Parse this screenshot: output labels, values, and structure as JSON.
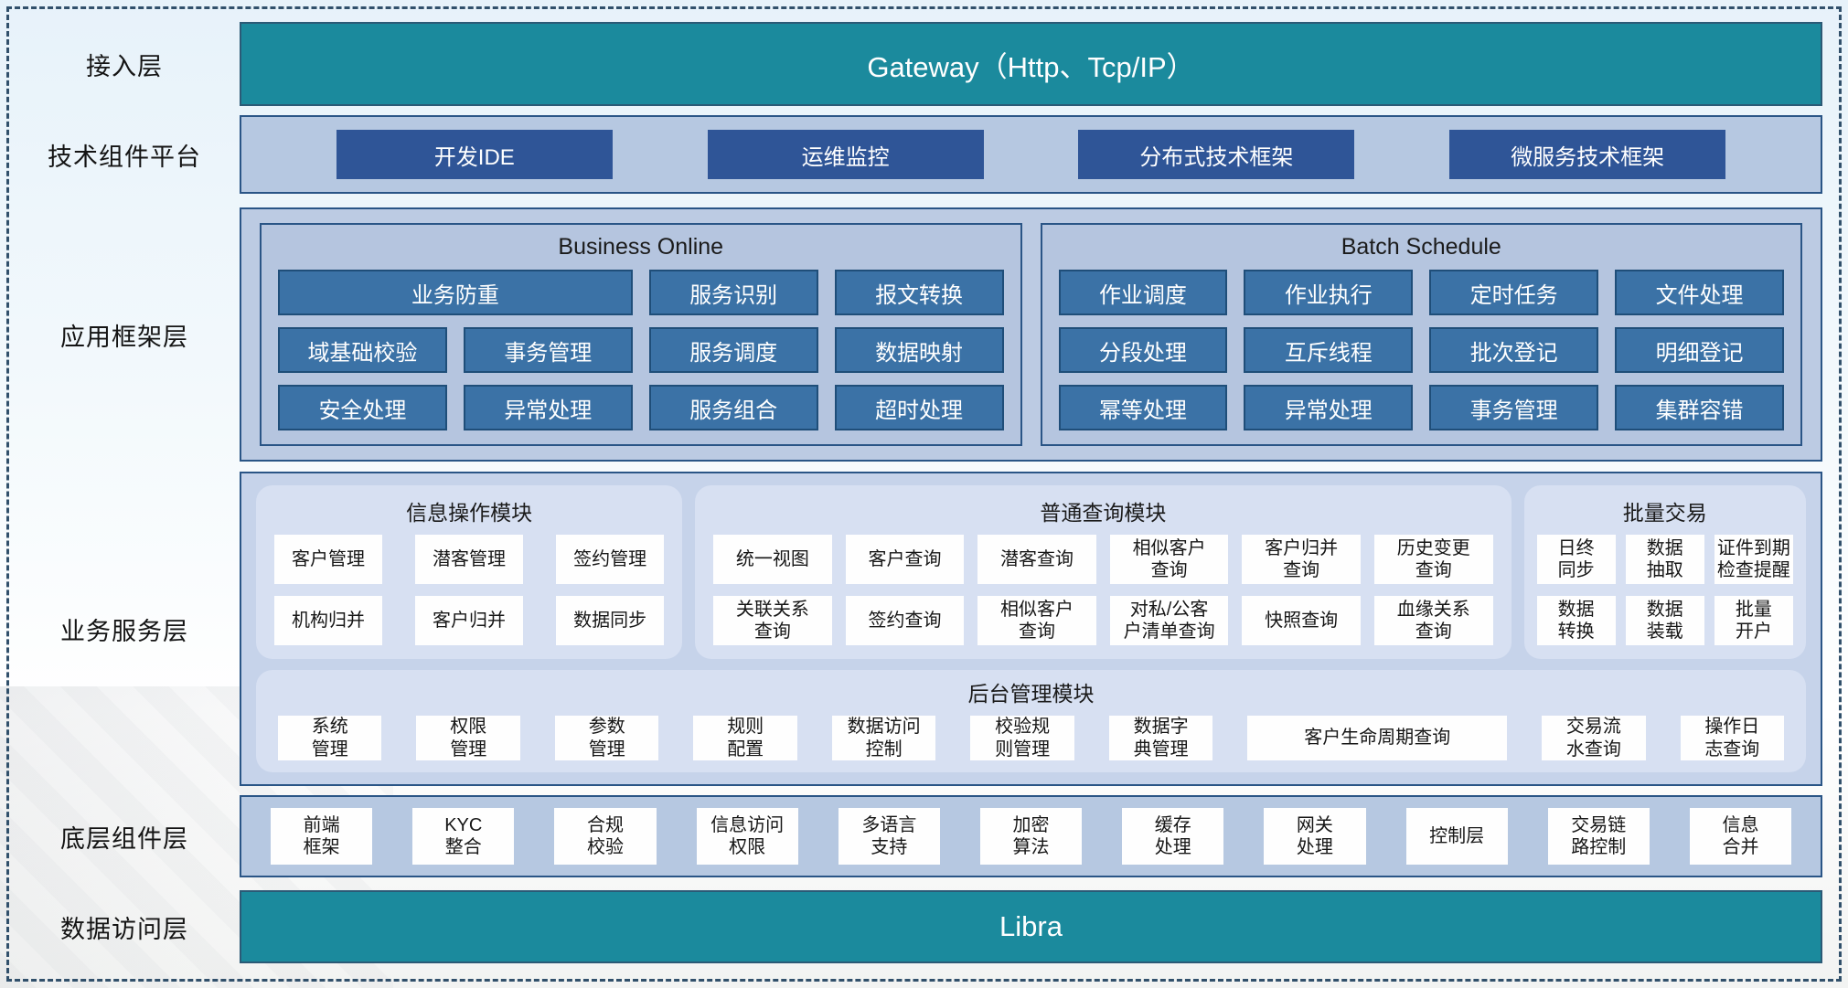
{
  "colors": {
    "teal_bar": "#1b8a9d",
    "navy_button": "#2f5597",
    "steel_button": "#3b72a6",
    "steel_button_border": "#1f4e79",
    "panel_background": "#b6c8e1",
    "panel_border": "#2a5586",
    "module_background": "#d7e0f2",
    "dashed_border": "#31506b"
  },
  "layers": {
    "access": {
      "label": "接入层",
      "bar": "Gateway（Http、Tcp/IP）"
    },
    "tech_platform": {
      "label": "技术组件平台",
      "buttons": [
        {
          "label": "开发IDE"
        },
        {
          "label": "运维监控"
        },
        {
          "label": "分布式技术框架"
        },
        {
          "label": "微服务技术框架"
        }
      ]
    },
    "app_framework": {
      "label": "应用框架层",
      "business_online": {
        "title": "Business Online",
        "buttons": [
          {
            "label": "业务防重",
            "span": 2
          },
          {
            "label": "服务识别"
          },
          {
            "label": "报文转换"
          },
          {
            "label": "域基础校验"
          },
          {
            "label": "事务管理"
          },
          {
            "label": "服务调度"
          },
          {
            "label": "数据映射"
          },
          {
            "label": "安全处理"
          },
          {
            "label": "异常处理"
          },
          {
            "label": "服务组合"
          },
          {
            "label": "超时处理"
          }
        ]
      },
      "batch_schedule": {
        "title": "Batch Schedule",
        "buttons": [
          {
            "label": "作业调度"
          },
          {
            "label": "作业执行"
          },
          {
            "label": "定时任务"
          },
          {
            "label": "文件处理"
          },
          {
            "label": "分段处理"
          },
          {
            "label": "互斥线程"
          },
          {
            "label": "批次登记"
          },
          {
            "label": "明细登记"
          },
          {
            "label": "幂等处理"
          },
          {
            "label": "异常处理"
          },
          {
            "label": "事务管理"
          },
          {
            "label": "集群容错"
          }
        ]
      }
    },
    "business_service": {
      "label": "业务服务层",
      "info_module": {
        "title": "信息操作模块",
        "buttons": [
          {
            "label": "客户管理"
          },
          {
            "label": "潜客管理"
          },
          {
            "label": "签约管理"
          },
          {
            "label": "机构归并"
          },
          {
            "label": "客户归并"
          },
          {
            "label": "数据同步"
          }
        ]
      },
      "query_module": {
        "title": "普通查询模块",
        "buttons": [
          {
            "label": "统一视图"
          },
          {
            "label": "客户查询"
          },
          {
            "label": "潜客查询"
          },
          {
            "label": "相似客户\n查询"
          },
          {
            "label": "客户归并\n查询"
          },
          {
            "label": "历史变更\n查询"
          },
          {
            "label": "关联关系\n查询"
          },
          {
            "label": "签约查询"
          },
          {
            "label": "相似客户\n查询"
          },
          {
            "label": "对私/公客\n户清单查询"
          },
          {
            "label": "快照查询"
          },
          {
            "label": "血缘关系\n查询"
          }
        ]
      },
      "batch_module": {
        "title": "批量交易",
        "buttons": [
          {
            "label": "日终\n同步"
          },
          {
            "label": "数据\n抽取"
          },
          {
            "label": "证件到期\n检查提醒"
          },
          {
            "label": "数据\n转换"
          },
          {
            "label": "数据\n装载"
          },
          {
            "label": "批量\n开户"
          }
        ]
      },
      "admin_module": {
        "title": "后台管理模块",
        "buttons": [
          {
            "label": "系统\n管理"
          },
          {
            "label": "权限\n管理"
          },
          {
            "label": "参数\n管理"
          },
          {
            "label": "规则\n配置"
          },
          {
            "label": "数据访问\n控制"
          },
          {
            "label": "校验规\n则管理"
          },
          {
            "label": "数据字\n典管理"
          },
          {
            "label": "客户生命周期查询",
            "wide": true
          },
          {
            "label": "交易流\n水查询"
          },
          {
            "label": "操作日\n志查询"
          }
        ]
      }
    },
    "base_components": {
      "label": "底层组件层",
      "buttons": [
        {
          "label": "前端\n框架"
        },
        {
          "label": "KYC\n整合"
        },
        {
          "label": "合规\n校验"
        },
        {
          "label": "信息访问\n权限"
        },
        {
          "label": "多语言\n支持"
        },
        {
          "label": "加密\n算法"
        },
        {
          "label": "缓存\n处理"
        },
        {
          "label": "网关\n处理"
        },
        {
          "label": "控制层"
        },
        {
          "label": "交易链\n路控制"
        },
        {
          "label": "信息\n合并"
        }
      ]
    },
    "data_access": {
      "label": "数据访问层",
      "bar": "Libra"
    }
  }
}
